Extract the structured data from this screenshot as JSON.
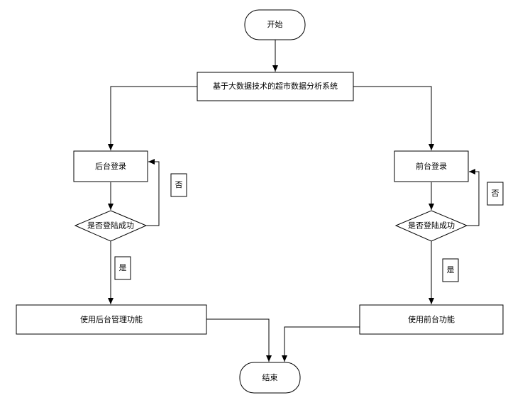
{
  "nodes": {
    "start": "开始",
    "system": "基于大数据技术的超市数据分析系统",
    "backend_login": "后台登录",
    "frontend_login": "前台登录",
    "backend_decision": "是否登陆成功",
    "frontend_decision": "是否登陆成功",
    "backend_functions": "使用后台管理功能",
    "frontend_functions": "使用前台功能",
    "end": "结束"
  },
  "edge_labels": {
    "backend_no": "否",
    "backend_yes": "是",
    "frontend_no": "否",
    "frontend_yes": "是"
  }
}
